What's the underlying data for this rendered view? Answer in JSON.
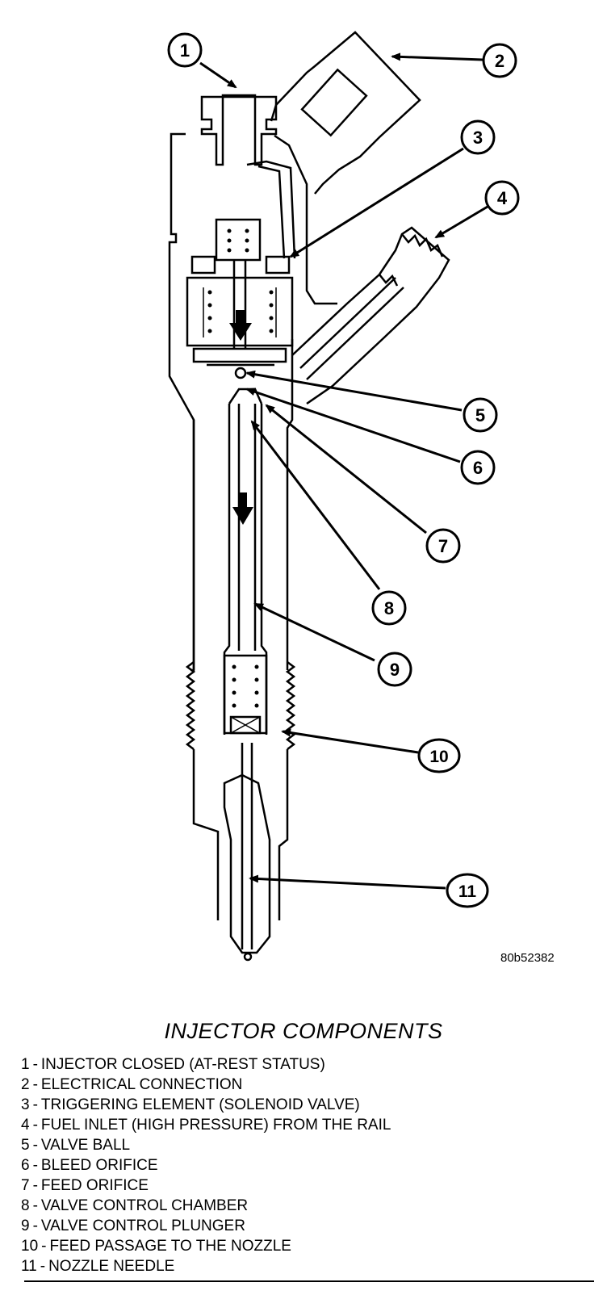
{
  "figure_code": "80b52382",
  "caption": "INJECTOR COMPONENTS",
  "callouts": [
    "1",
    "2",
    "3",
    "4",
    "5",
    "6",
    "7",
    "8",
    "9",
    "10",
    "11"
  ],
  "legend": [
    {
      "num": "1",
      "text": "INJECTOR CLOSED (AT-REST STATUS)"
    },
    {
      "num": "2",
      "text": "ELECTRICAL CONNECTION"
    },
    {
      "num": "3",
      "text": "TRIGGERING ELEMENT (SOLENOID VALVE)"
    },
    {
      "num": "4",
      "text": "FUEL INLET (HIGH PRESSURE) FROM THE RAIL"
    },
    {
      "num": "5",
      "text": "VALVE BALL"
    },
    {
      "num": "6",
      "text": "BLEED ORIFICE"
    },
    {
      "num": "7",
      "text": "FEED ORIFICE"
    },
    {
      "num": "8",
      "text": "VALVE CONTROL CHAMBER"
    },
    {
      "num": "9",
      "text": "VALVE CONTROL PLUNGER"
    },
    {
      "num": "10",
      "text": "FEED PASSAGE TO THE NOZZLE"
    },
    {
      "num": "11",
      "text": "NOZZLE NEEDLE"
    }
  ]
}
